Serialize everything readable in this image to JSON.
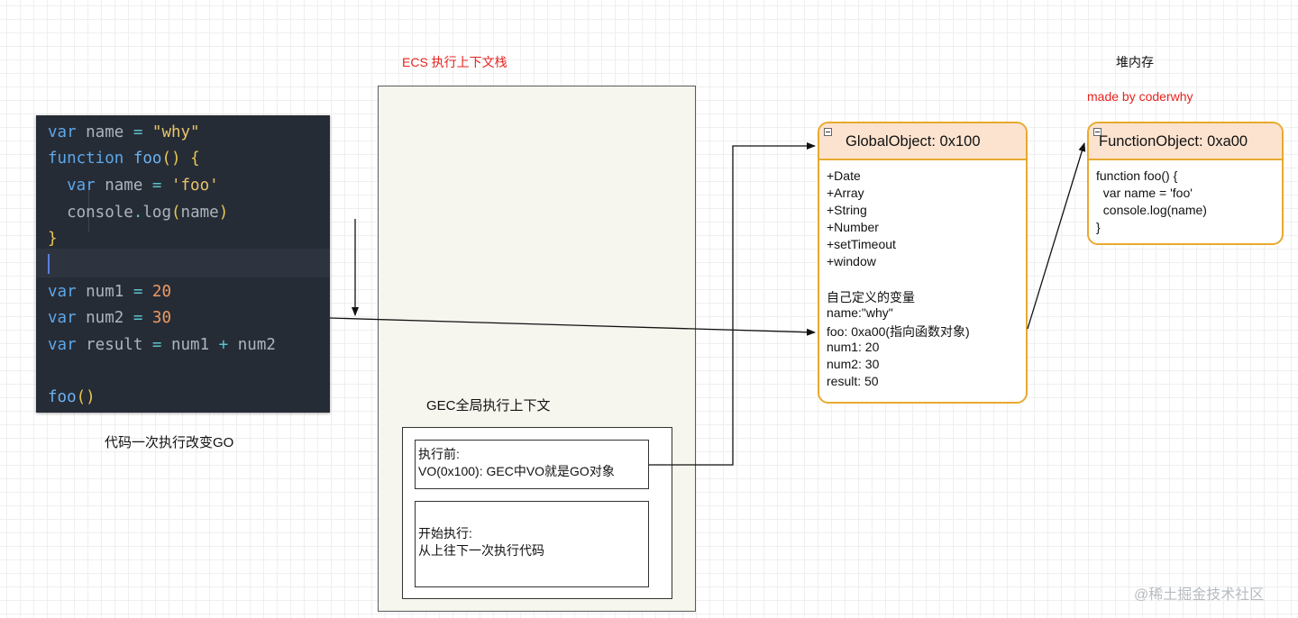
{
  "code_editor": {
    "lines": [
      [
        {
          "t": "var",
          "c": "kw"
        },
        {
          "t": " name ",
          "c": "id"
        },
        {
          "t": "=",
          "c": "op"
        },
        {
          "t": " \"why\"",
          "c": "str"
        }
      ],
      [
        {
          "t": "function",
          "c": "kw"
        },
        {
          "t": " foo",
          "c": "fn"
        },
        {
          "t": "()",
          "c": "paren"
        },
        {
          "t": " {",
          "c": "brace"
        }
      ],
      [
        {
          "t": "  var",
          "c": "kw"
        },
        {
          "t": " name ",
          "c": "id"
        },
        {
          "t": "=",
          "c": "op"
        },
        {
          "t": " 'foo'",
          "c": "str"
        }
      ],
      [
        {
          "t": "  console",
          "c": "id"
        },
        {
          "t": ".",
          "c": "op"
        },
        {
          "t": "log",
          "c": "id"
        },
        {
          "t": "(",
          "c": "paren"
        },
        {
          "t": "name",
          "c": "id"
        },
        {
          "t": ")",
          "c": "paren"
        }
      ],
      [
        {
          "t": "}",
          "c": "brace"
        }
      ],
      [],
      [
        {
          "t": "var",
          "c": "kw"
        },
        {
          "t": " num1 ",
          "c": "id"
        },
        {
          "t": "=",
          "c": "op"
        },
        {
          "t": " 20",
          "c": "num"
        }
      ],
      [
        {
          "t": "var",
          "c": "kw"
        },
        {
          "t": " num2 ",
          "c": "id"
        },
        {
          "t": "=",
          "c": "op"
        },
        {
          "t": " 30",
          "c": "num"
        }
      ],
      [
        {
          "t": "var",
          "c": "kw"
        },
        {
          "t": " result ",
          "c": "id"
        },
        {
          "t": "=",
          "c": "op"
        },
        {
          "t": " num1 ",
          "c": "id"
        },
        {
          "t": "+",
          "c": "op"
        },
        {
          "t": " num2",
          "c": "id"
        }
      ],
      [],
      [
        {
          "t": "foo",
          "c": "fn"
        },
        {
          "t": "()",
          "c": "paren"
        }
      ]
    ]
  },
  "labels": {
    "code_caption": "代码一次执行改变GO",
    "ecs_title": "ECS 执行上下文栈",
    "gec_title": "GEC全局执行上下文",
    "heap_title": "堆内存",
    "credit": "made by coderwhy",
    "watermark": "@稀土掘金技术社区"
  },
  "gec": {
    "before": {
      "line1": "执行前:",
      "line2": "VO(0x100): GEC中VO就是GO对象"
    },
    "start": {
      "line1": "开始执行:",
      "line2": "从上往下一次执行代码"
    }
  },
  "global_object": {
    "title": "GlobalObject: 0x100",
    "props": [
      "+Date",
      "+Array",
      "+String",
      "+Number",
      "+setTimeout",
      "+window",
      "",
      "自己定义的变量",
      "name:\"why\"",
      "foo: 0xa00(指向函数对象)",
      "num1: 20",
      "num2: 30",
      "result: 50"
    ]
  },
  "function_object": {
    "title": "FunctionObject: 0xa00",
    "props": [
      "function foo() {",
      "  var name = 'foo'",
      "  console.log(name)",
      "}"
    ]
  },
  "colors": {
    "editor_bg": "#262c36",
    "heap_border": "#e8a92e",
    "heap_header": "#fce3cf",
    "red_text": "#e8231f",
    "ecs_bg": "#f6f5ee"
  }
}
